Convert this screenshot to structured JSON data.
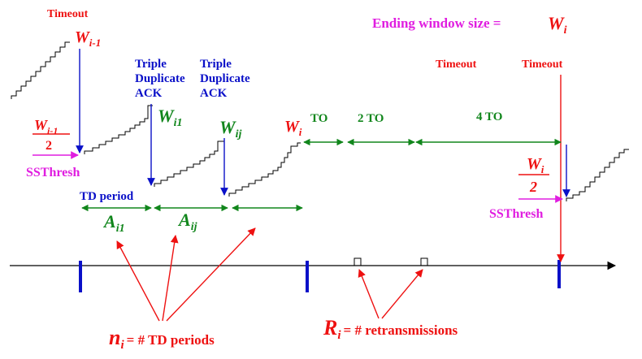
{
  "colors": {
    "red": "#ee1111",
    "blue": "#0a10c8",
    "green": "#11861c",
    "magenta": "#e01ee0",
    "black": "#000000"
  },
  "labels": {
    "timeout_left": "Timeout",
    "timeout_mid": "Timeout",
    "timeout_right": "Timeout",
    "ending_window": "Ending window size =",
    "ending_w": "W",
    "ending_w_sub": "i",
    "w_prev": "W",
    "w_prev_sub": "i-1",
    "frac_num": "W",
    "frac_num_sub": "i-1",
    "frac_den": "2",
    "ssthresh_left": "SSThresh",
    "triple_dup_1": [
      "Triple",
      "Duplicate",
      "ACK"
    ],
    "triple_dup_2": [
      "Triple",
      "Duplicate",
      "ACK"
    ],
    "w_i1": "W",
    "w_i1_sub": "i1",
    "w_ij": "W",
    "w_ij_sub": "ij",
    "w_i": "W",
    "w_i_sub": "i",
    "to_1": "TO",
    "to_2": "2 TO",
    "to_4": "4 TO",
    "td_period": "TD period",
    "a_i1": "A",
    "a_i1_sub": "i1",
    "a_ij": "A",
    "a_ij_sub": "ij",
    "frac2_num": "W",
    "frac2_num_sub": "i",
    "frac2_den": "2",
    "ssthresh_right": "SSThresh",
    "n_i": "n",
    "n_i_sub": "i",
    "n_i_text": "= # TD periods",
    "r_i": "R",
    "r_i_sub": "i",
    "r_i_text": "= # retransmissions"
  }
}
